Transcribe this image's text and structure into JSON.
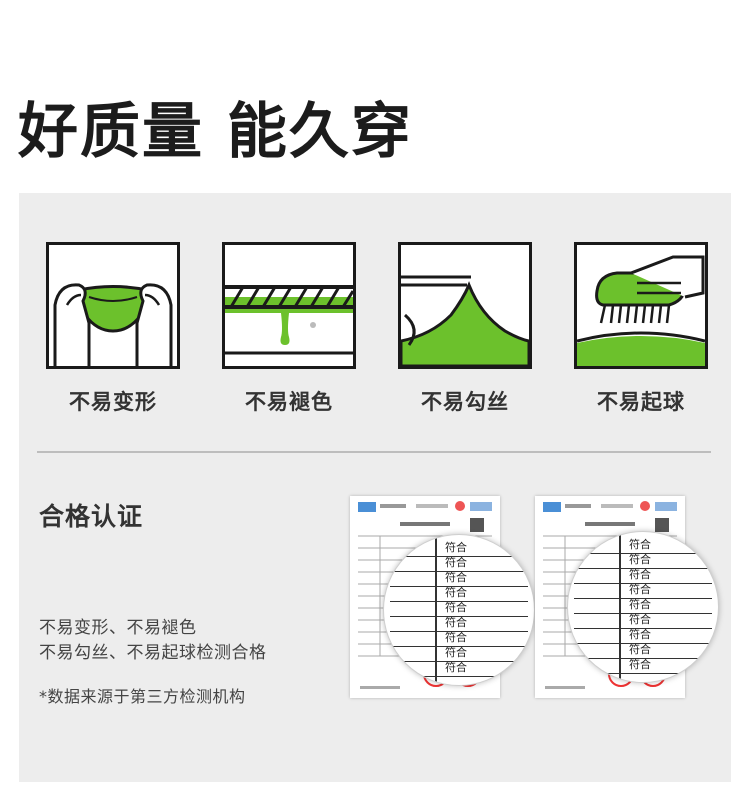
{
  "headline": "好质量 能久穿",
  "features": [
    {
      "label": "不易变形",
      "icon": "stretch-hands-icon"
    },
    {
      "label": "不易褪色",
      "icon": "rope-dye-drip-icon"
    },
    {
      "label": "不易勾丝",
      "icon": "fabric-snag-icon"
    },
    {
      "label": "不易起球",
      "icon": "brush-pilling-icon"
    }
  ],
  "certification": {
    "title": "合格认证",
    "desc_line1": "不易变形、不易褪色",
    "desc_line2": "不易勾丝、不易起球检测合格",
    "footnote": "*数据来源于第三方检测机构",
    "report_result": "符合"
  },
  "colors": {
    "accent_green": "#6cc12c",
    "ink": "#1a1a1a",
    "panel_bg": "#ededed"
  }
}
